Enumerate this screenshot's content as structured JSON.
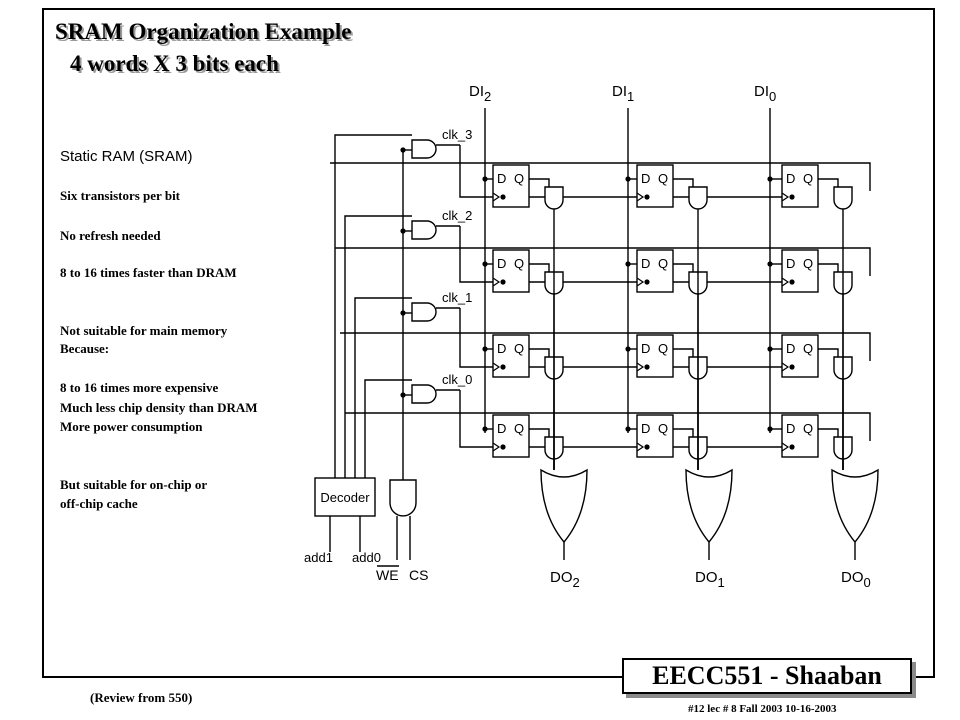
{
  "slide": {
    "title": "SRAM Organization Example",
    "subtitle": "4 words X 3 bits each",
    "heading": "Static RAM (SRAM)",
    "notes": [
      "Six transistors per bit",
      "No refresh needed",
      "8 to 16 times faster than DRAM",
      "Not suitable for main memory",
      "Because:",
      "8 to 16 times more expensive",
      "Much less chip density than DRAM",
      "More power consumption",
      "But suitable for on-chip or",
      "off-chip cache"
    ],
    "badge": "EECC551 - Shaaban",
    "review": "(Review from 550)",
    "footer": "#12   lec # 8   Fall 2003  10-16-2003"
  },
  "diagram": {
    "inputs": [
      {
        "name": "DI",
        "sub": "2"
      },
      {
        "name": "DI",
        "sub": "1"
      },
      {
        "name": "DI",
        "sub": "0"
      }
    ],
    "outputs": [
      {
        "name": "DO",
        "sub": "2"
      },
      {
        "name": "DO",
        "sub": "1"
      },
      {
        "name": "DO",
        "sub": "0"
      }
    ],
    "clocks": [
      "clk_3",
      "clk_2",
      "clk_1",
      "clk_0"
    ],
    "decoder_label": "Decoder",
    "address_labels": [
      "add1",
      "add0"
    ],
    "write_enable": "WE",
    "chip_select": "CS",
    "flipflop_d": "D",
    "flipflop_q": "Q"
  }
}
